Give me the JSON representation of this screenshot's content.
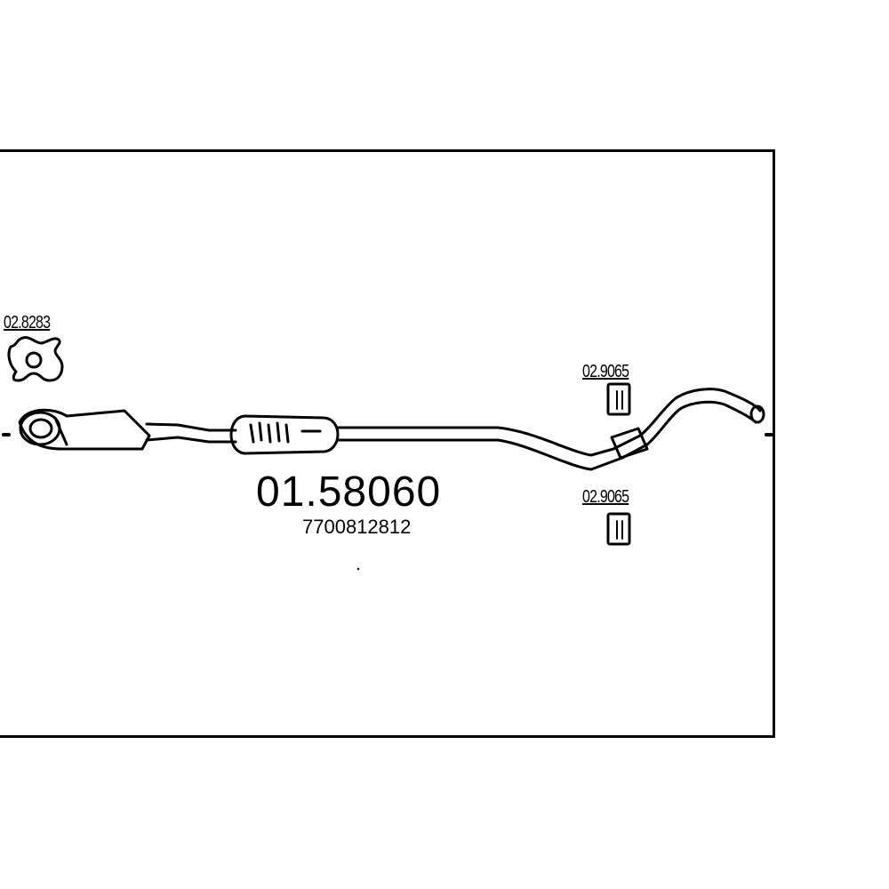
{
  "drawing": {
    "main_part_number": "01.58060",
    "oe_number": "7700812812",
    "parts": [
      {
        "code": "02.8283",
        "icon": "gasket-icon"
      },
      {
        "code": "02.9065",
        "icon": "clamp-icon"
      },
      {
        "code": "02.9065",
        "icon": "clamp-icon"
      }
    ]
  },
  "colors": {
    "line": "#000000",
    "background": "#ffffff"
  }
}
